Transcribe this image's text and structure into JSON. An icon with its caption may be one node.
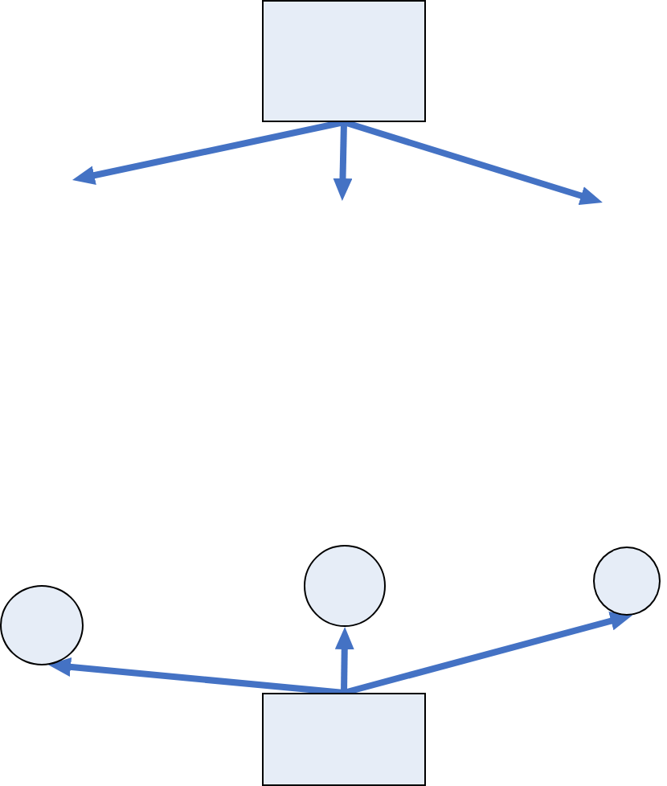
{
  "diagram": {
    "nodes": [
      {
        "text": [],
        "shape": "box"
      },
      {
        "text": [],
        "shape": "circle"
      },
      {
        "text": [],
        "shape": "circle"
      },
      {
        "text": [],
        "shape": "circle"
      },
      {
        "text": [],
        "shape": "box"
      }
    ],
    "edges": [
      {
        "from": 0,
        "to": null,
        "arrow": "to"
      },
      {
        "from": 0,
        "to": null,
        "arrow": "to"
      },
      {
        "from": 0,
        "to": null,
        "arrow": "to"
      },
      {
        "from": 4,
        "to": 1,
        "arrow": "to"
      },
      {
        "from": 4,
        "to": 2,
        "arrow": "to"
      },
      {
        "from": 4,
        "to": 3,
        "arrow": "to"
      }
    ]
  }
}
